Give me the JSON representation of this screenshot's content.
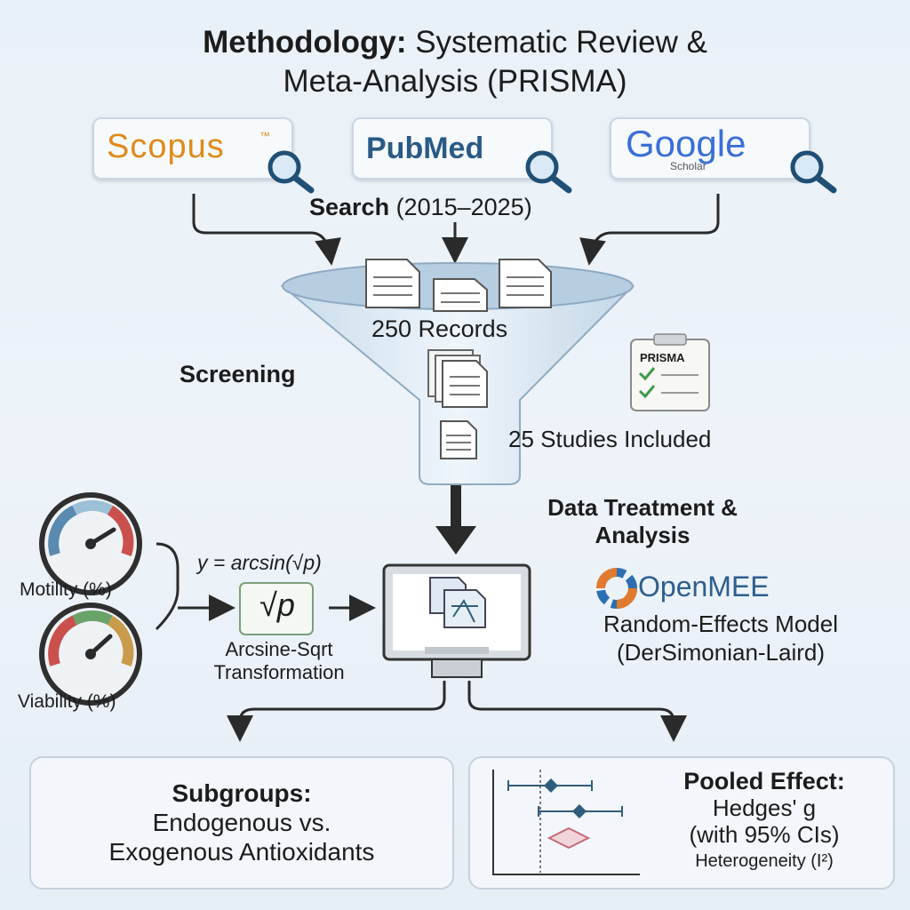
{
  "title": {
    "bold": "Methodology:",
    "rest_line1": " Systematic Review &",
    "line2": "Meta-Analysis (PRISMA)"
  },
  "databases": [
    {
      "name": "Scopus",
      "mark": "™"
    },
    {
      "name": "PubMed"
    },
    {
      "name": "Google",
      "sub": "Scholar"
    }
  ],
  "search": {
    "bold": "Search",
    "range": " (2015–2025)"
  },
  "funnel": {
    "records": "250 Records",
    "screening": "Screening",
    "included": "25 Studies Included",
    "checklist": "PRISMA"
  },
  "analysis": {
    "heading_line1": "Data Treatment &",
    "heading_line2": "Analysis"
  },
  "inputs": [
    {
      "label": "Motility (%)"
    },
    {
      "label": "Viability (%)"
    }
  ],
  "transform": {
    "formula": "y = arcsin(√p)",
    "symbol": "√p",
    "label_line1": "Arcsine-Sqrt",
    "label_line2": "Transformation"
  },
  "software": {
    "name": "OpenMEE",
    "model_line1": "Random-Effects Model",
    "model_line2": "(DerSimonian-Laird)"
  },
  "subgroups": {
    "title": "Subgroups:",
    "line1": "Endogenous vs.",
    "line2": "Exogenous Antioxidants"
  },
  "pooled": {
    "title": "Pooled Effect:",
    "line1": "Hedges' g",
    "line2": "(with 95% CIs)",
    "line3": "Heterogeneity (I²)"
  },
  "colors": {
    "arrow": "#2a2a2a",
    "accent_blue": "#2f5d7c",
    "gauge_red": "#c9504c",
    "gauge_green": "#6aa36a",
    "openmee_orange": "#e07a2e",
    "openmee_blue": "#2d6fb2",
    "diamond": "#d27a86"
  }
}
